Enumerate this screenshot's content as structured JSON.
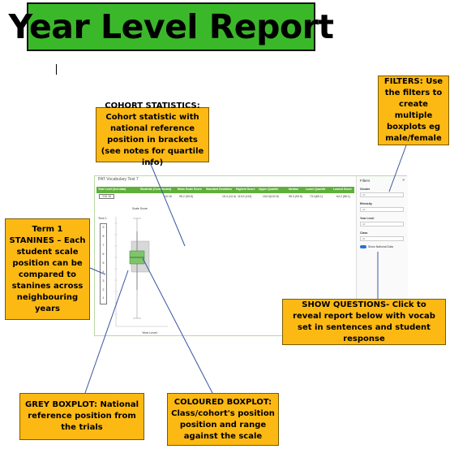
{
  "page_title": "Year Level Report",
  "callouts": {
    "filters": "FILTERS: Use the filters to create multiple boxplots eg male/female",
    "cohort": "COHORT STATISTICS: Cohort statistic with national reference position in brackets (see notes for quartile info)",
    "stanines": "Term 1 STANINES – Each student scale position can be compared to stanines across neighbouring years",
    "show_questions": "SHOW QUESTIONS- Click to reveal report below with vocab set in sentences and student response",
    "grey_boxplot": "GREY BOXPLOT: National reference position from the trials",
    "coloured_boxplot": "COLOURED  BOXPLOT: Class/cohort's position position and range against the scale"
  },
  "screenshot": {
    "title": "PAT Vocabulary Test 7",
    "columns": [
      "Year Level (Ind data)",
      "Students (Contributed)",
      "Mean Scale Score",
      "Standard Deviation",
      "Highest Score",
      "Upper Quartile",
      "Median",
      "Lower Quartile",
      "Lowest Score"
    ],
    "row": [
      "Y10 10",
      "10 16",
      "95.2 (93.5)",
      "15.4 (14.4)",
      "113.9 (113)",
      "104.3(102.5)",
      "95.3 (93.5)",
      "73.1(84.1)",
      "64.2 (66.1)"
    ],
    "stanine_label": "Term 1",
    "stanines": [
      "9",
      "8",
      "7",
      "6",
      "5",
      "4",
      "3",
      "2",
      "1"
    ],
    "legend_label": "Scale Score",
    "x_label": "Year Level",
    "filters": {
      "title": "Filters",
      "close": "»",
      "groups": [
        {
          "label": "Gender",
          "value": "All"
        },
        {
          "label": "Ethnicity",
          "value": "All"
        },
        {
          "label": "Year Level",
          "value": "All"
        },
        {
          "label": "Class",
          "value": "All"
        }
      ],
      "toggle_label": "Show National Data"
    }
  },
  "colors": {
    "title_bg": "#3bb82a",
    "callout_bg": "#fdb913",
    "table_header": "#5fb03b",
    "box_green": "#7dc56a",
    "box_grey": "#d8d8d8"
  }
}
